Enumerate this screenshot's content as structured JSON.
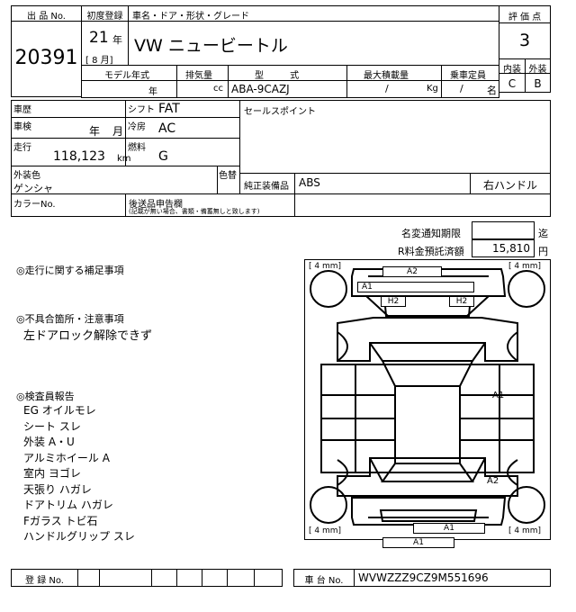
{
  "header": {
    "lot_no_label": "出 品 No.",
    "lot_no": "20391",
    "first_reg_label": "初度登録",
    "first_reg_year": "21",
    "year_unit": "年",
    "first_reg_month": "[ 8 月]",
    "car_name_label": "車名・ドア・形状・グレード",
    "car_name": "VW ニュービートル",
    "score_label": "評 価 点",
    "score": "3",
    "interior_label": "内装",
    "exterior_label": "外装",
    "interior_grade": "C",
    "exterior_grade": "B"
  },
  "spec_row": {
    "model_year_label": "モデル年式",
    "displacement_label": "排気量",
    "type_label": "型 式",
    "max_load_label": "最大積載量",
    "capacity_label": "乗車定員",
    "year_unit": "年",
    "cc_unit": "cc",
    "type_value": "ABA-9CAZJ",
    "load_slash": "/",
    "kg_unit": "Kg",
    "cap_slash": "/",
    "cap_unit": "名"
  },
  "details": {
    "history_label": "車歴",
    "shift_label": "シフト",
    "shift_value": "FAT",
    "selling_points_label": "セールスポイント",
    "inspection_label": "車検",
    "inspection_year": "年",
    "inspection_month": "月",
    "ac_label": "冷房",
    "ac_value": "AC",
    "mileage_label": "走行",
    "mileage_value": "118,123",
    "mileage_unit": "km",
    "fuel_label": "燃料",
    "fuel_value": "G",
    "exterior_color_label": "外装色",
    "exterior_color_value": "ゲンシャ",
    "repaint_label": "色替",
    "genuine_equipment_label": "純正装備品",
    "genuine_equipment_value": "ABS",
    "steering_value": "右ハンドル",
    "color_no_label": "カラーNo.",
    "aftermarket_label": "後送品申告欄",
    "aftermarket_note": "(記載が無い場合、書類・備蓄無しと致します)"
  },
  "fees": {
    "name_change_label": "名変通知期限",
    "name_change_value": "",
    "name_change_unit": "迄",
    "recycle_label": "R料金預託済額",
    "recycle_value": "15,810",
    "recycle_unit": "円"
  },
  "notes": {
    "driving_heading": "◎走行に関する補足事項",
    "defects_heading": "◎不具合箇所・注意事項",
    "defects_lines": [
      "左ドアロック解除できず"
    ],
    "inspector_heading": "◎検査員報告",
    "inspector_lines": [
      "EG オイルモレ",
      "シート スレ",
      "外装 A・U",
      "アルミホイール A",
      "室内 ヨゴレ",
      "天張り ハガレ",
      "ドアトリム ハガレ",
      "Fガラス トビ石",
      "ハンドルグリップ スレ"
    ]
  },
  "diagram": {
    "tire_front_left": "[ 4 mm]",
    "tire_front_right": "[ 4 mm]",
    "tire_rear_left": "[ 4 mm]",
    "tire_rear_right": "[ 4 mm]",
    "marks": {
      "front_top": "A2",
      "front_left": "A1",
      "pillar_left": "H2",
      "pillar_right": "H2",
      "right_side": "A1",
      "right_rear": "A2",
      "rear_bumper": "A1",
      "rear_bottom": "A1"
    }
  },
  "footer": {
    "reg_no_label": "登 録 No.",
    "chassis_label": "車 台 No.",
    "chassis_value": "WVWZZZ9CZ9M551696"
  }
}
